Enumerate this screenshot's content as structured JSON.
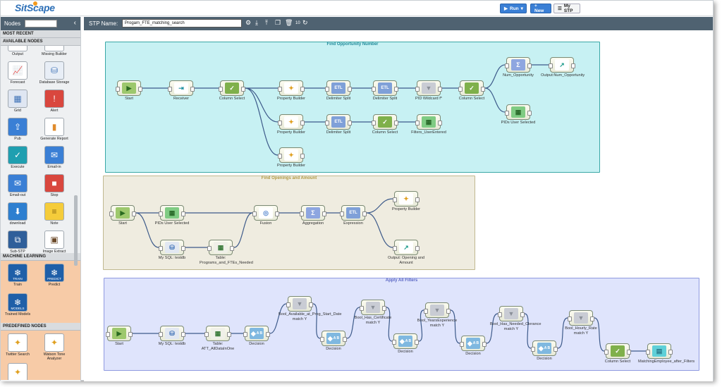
{
  "app": {
    "logo": "SitScape"
  },
  "toolbar": {
    "run_label": "Run",
    "new_label": "+ New",
    "mystp_label": "My STP"
  },
  "sidebar": {
    "title": "Nodes",
    "sections": {
      "most_recent": "MOST RECENT",
      "available": "AVAILABLE NODES",
      "ml": "MACHINE LEARNING",
      "predefined": "PREDEFINED NODES"
    },
    "available_nodes": [
      {
        "label": "Output",
        "icon": "output-icon"
      },
      {
        "label": "Missing Builder",
        "icon": "missing-builder-icon"
      },
      {
        "label": "Forecast",
        "icon": "forecast-icon"
      },
      {
        "label": "Database Storage",
        "icon": "database-icon"
      },
      {
        "label": "Grid",
        "icon": "grid-icon"
      },
      {
        "label": "Alert",
        "icon": "alert-icon"
      },
      {
        "label": "Pub",
        "icon": "pub-icon"
      },
      {
        "label": "Generate Report",
        "icon": "report-icon"
      },
      {
        "label": "Execute",
        "icon": "execute-icon"
      },
      {
        "label": "Email-in",
        "icon": "email-in-icon"
      },
      {
        "label": "Email-out",
        "icon": "email-out-icon"
      },
      {
        "label": "Stop",
        "icon": "stop-icon"
      },
      {
        "label": "download",
        "icon": "download-icon"
      },
      {
        "label": "Note",
        "icon": "note-icon"
      },
      {
        "label": "Sub-STP",
        "icon": "sub-stp-icon"
      },
      {
        "label": "Image Extract",
        "icon": "image-extract-icon"
      }
    ],
    "ml_nodes": [
      {
        "label": "Train",
        "icon": "train-icon",
        "tag": "TRAIN"
      },
      {
        "label": "Predict",
        "icon": "predict-icon",
        "tag": "PREDICT"
      },
      {
        "label": "Trained Models",
        "icon": "models-icon",
        "tag": "MODELS"
      }
    ],
    "predefined_nodes": [
      {
        "label": "Twitter Search",
        "icon": "twitter-icon"
      },
      {
        "label": "Watson Tone Analyzer",
        "icon": "watson-icon"
      },
      {
        "label": "",
        "icon": "wand-icon"
      }
    ]
  },
  "stp": {
    "name_label": "STP Name:",
    "name_value": "Progam_FTE_matching_search"
  },
  "groups": [
    {
      "title": "Find Opportunity Number",
      "color": "#3aa7a6",
      "bg": "#c7f1f3",
      "titlecolor": "#1f8a9a"
    },
    {
      "title": "Find Openings and Amount",
      "color": "#c0b890",
      "bg": "#efece0",
      "titlecolor": "#b29a45"
    },
    {
      "title": "Apply All Filters",
      "color": "#8f9ae0",
      "bg": "#dfe4fc",
      "titlecolor": "#5a66c4"
    }
  ],
  "nodes": {
    "g1_start": "Start",
    "g1_receiver": "Receiver",
    "g1_colsel1": "Column Select",
    "g1_pb1": "Property Builder",
    "g1_split1": "Delimiter Split",
    "g1_split2": "Delimiter Split",
    "g1_pid": "PID Wildcard  f*",
    "g1_colsel2": "Column Select",
    "g1_numopp": "Num_Opportunity",
    "g1_out": "Output:Num_Opportunity",
    "g1_pids": "PIDs User Selected",
    "g1_pb2": "Property Builder",
    "g1_split3": "Delimiter Split",
    "g1_colsel3": "Column Select",
    "g1_filters": "Filters_UserEntered",
    "g1_pb3": "Property Builder",
    "g2_start": "Start",
    "g2_pids": "PIDs User Selected",
    "g2_fusion": "Fusion",
    "g2_agg": "Aggregation",
    "g2_expr": "Expression",
    "g2_pb": "Property Builder",
    "g2_mysql": "My SQL: testdb",
    "g2_table": "Table: Programs_and_FTEs_Needed",
    "g2_out": "Output: Opening and Amount",
    "g3_start": "Start",
    "g3_mysql": "My SQL: testdb",
    "g3_table": "Table: ATT_AllDataInOne",
    "g3_dec1": "Decision",
    "g3_f1": "Bool_Available_at_Prog_Start_Date match Y",
    "g3_dec2": "Decision",
    "g3_f2": "Bool_Has_Certificate match Y",
    "g3_dec3": "Decision",
    "g3_f3": "Bool_YearsExperience match Y",
    "g3_dec4": "Decision",
    "g3_f4": "Bool_Has_Needed_Clerance match Y",
    "g3_dec5": "Decision",
    "g3_f5": "Bool_Hourly_Rate match Y",
    "g3_colsel": "Column Select",
    "g3_match": "MatchingEmployee_after_Filters"
  },
  "glyphs": {
    "etl": "ETL",
    "sigma": "Σ",
    "ab": "A B",
    "page": "10"
  }
}
